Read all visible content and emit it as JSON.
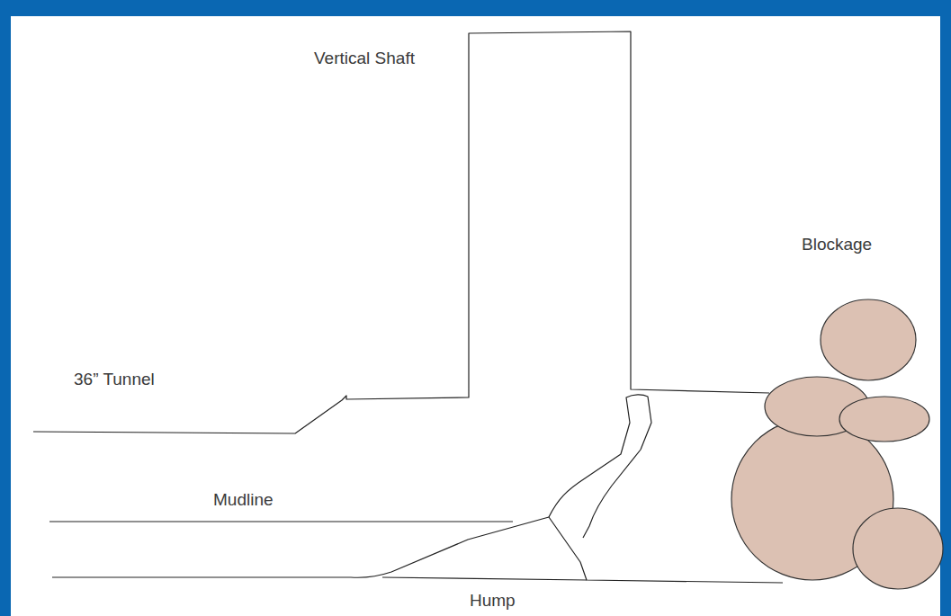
{
  "diagram": {
    "labels": [
      "Vertical Shaft",
      "36” Tunnel",
      "Mudline",
      "Blockage",
      "Hump"
    ]
  }
}
